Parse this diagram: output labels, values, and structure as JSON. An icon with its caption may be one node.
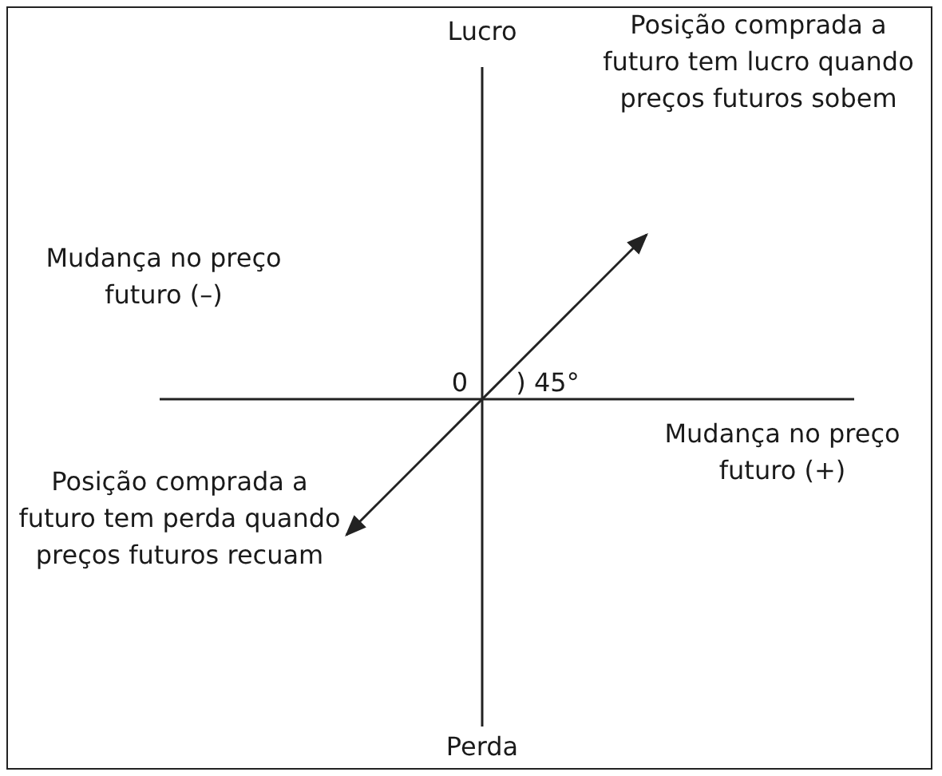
{
  "diagram": {
    "labels": [
      "Lucro",
      "Posição comprada a futuro tem lucro quando preços futuros sobem",
      "Mudança no preço futuro (–)",
      "0",
      ") 45°",
      "Mudança no preço futuro (+)",
      "Posição comprada a futuro tem perda quando preços futuros recuam",
      "Perda"
    ]
  }
}
